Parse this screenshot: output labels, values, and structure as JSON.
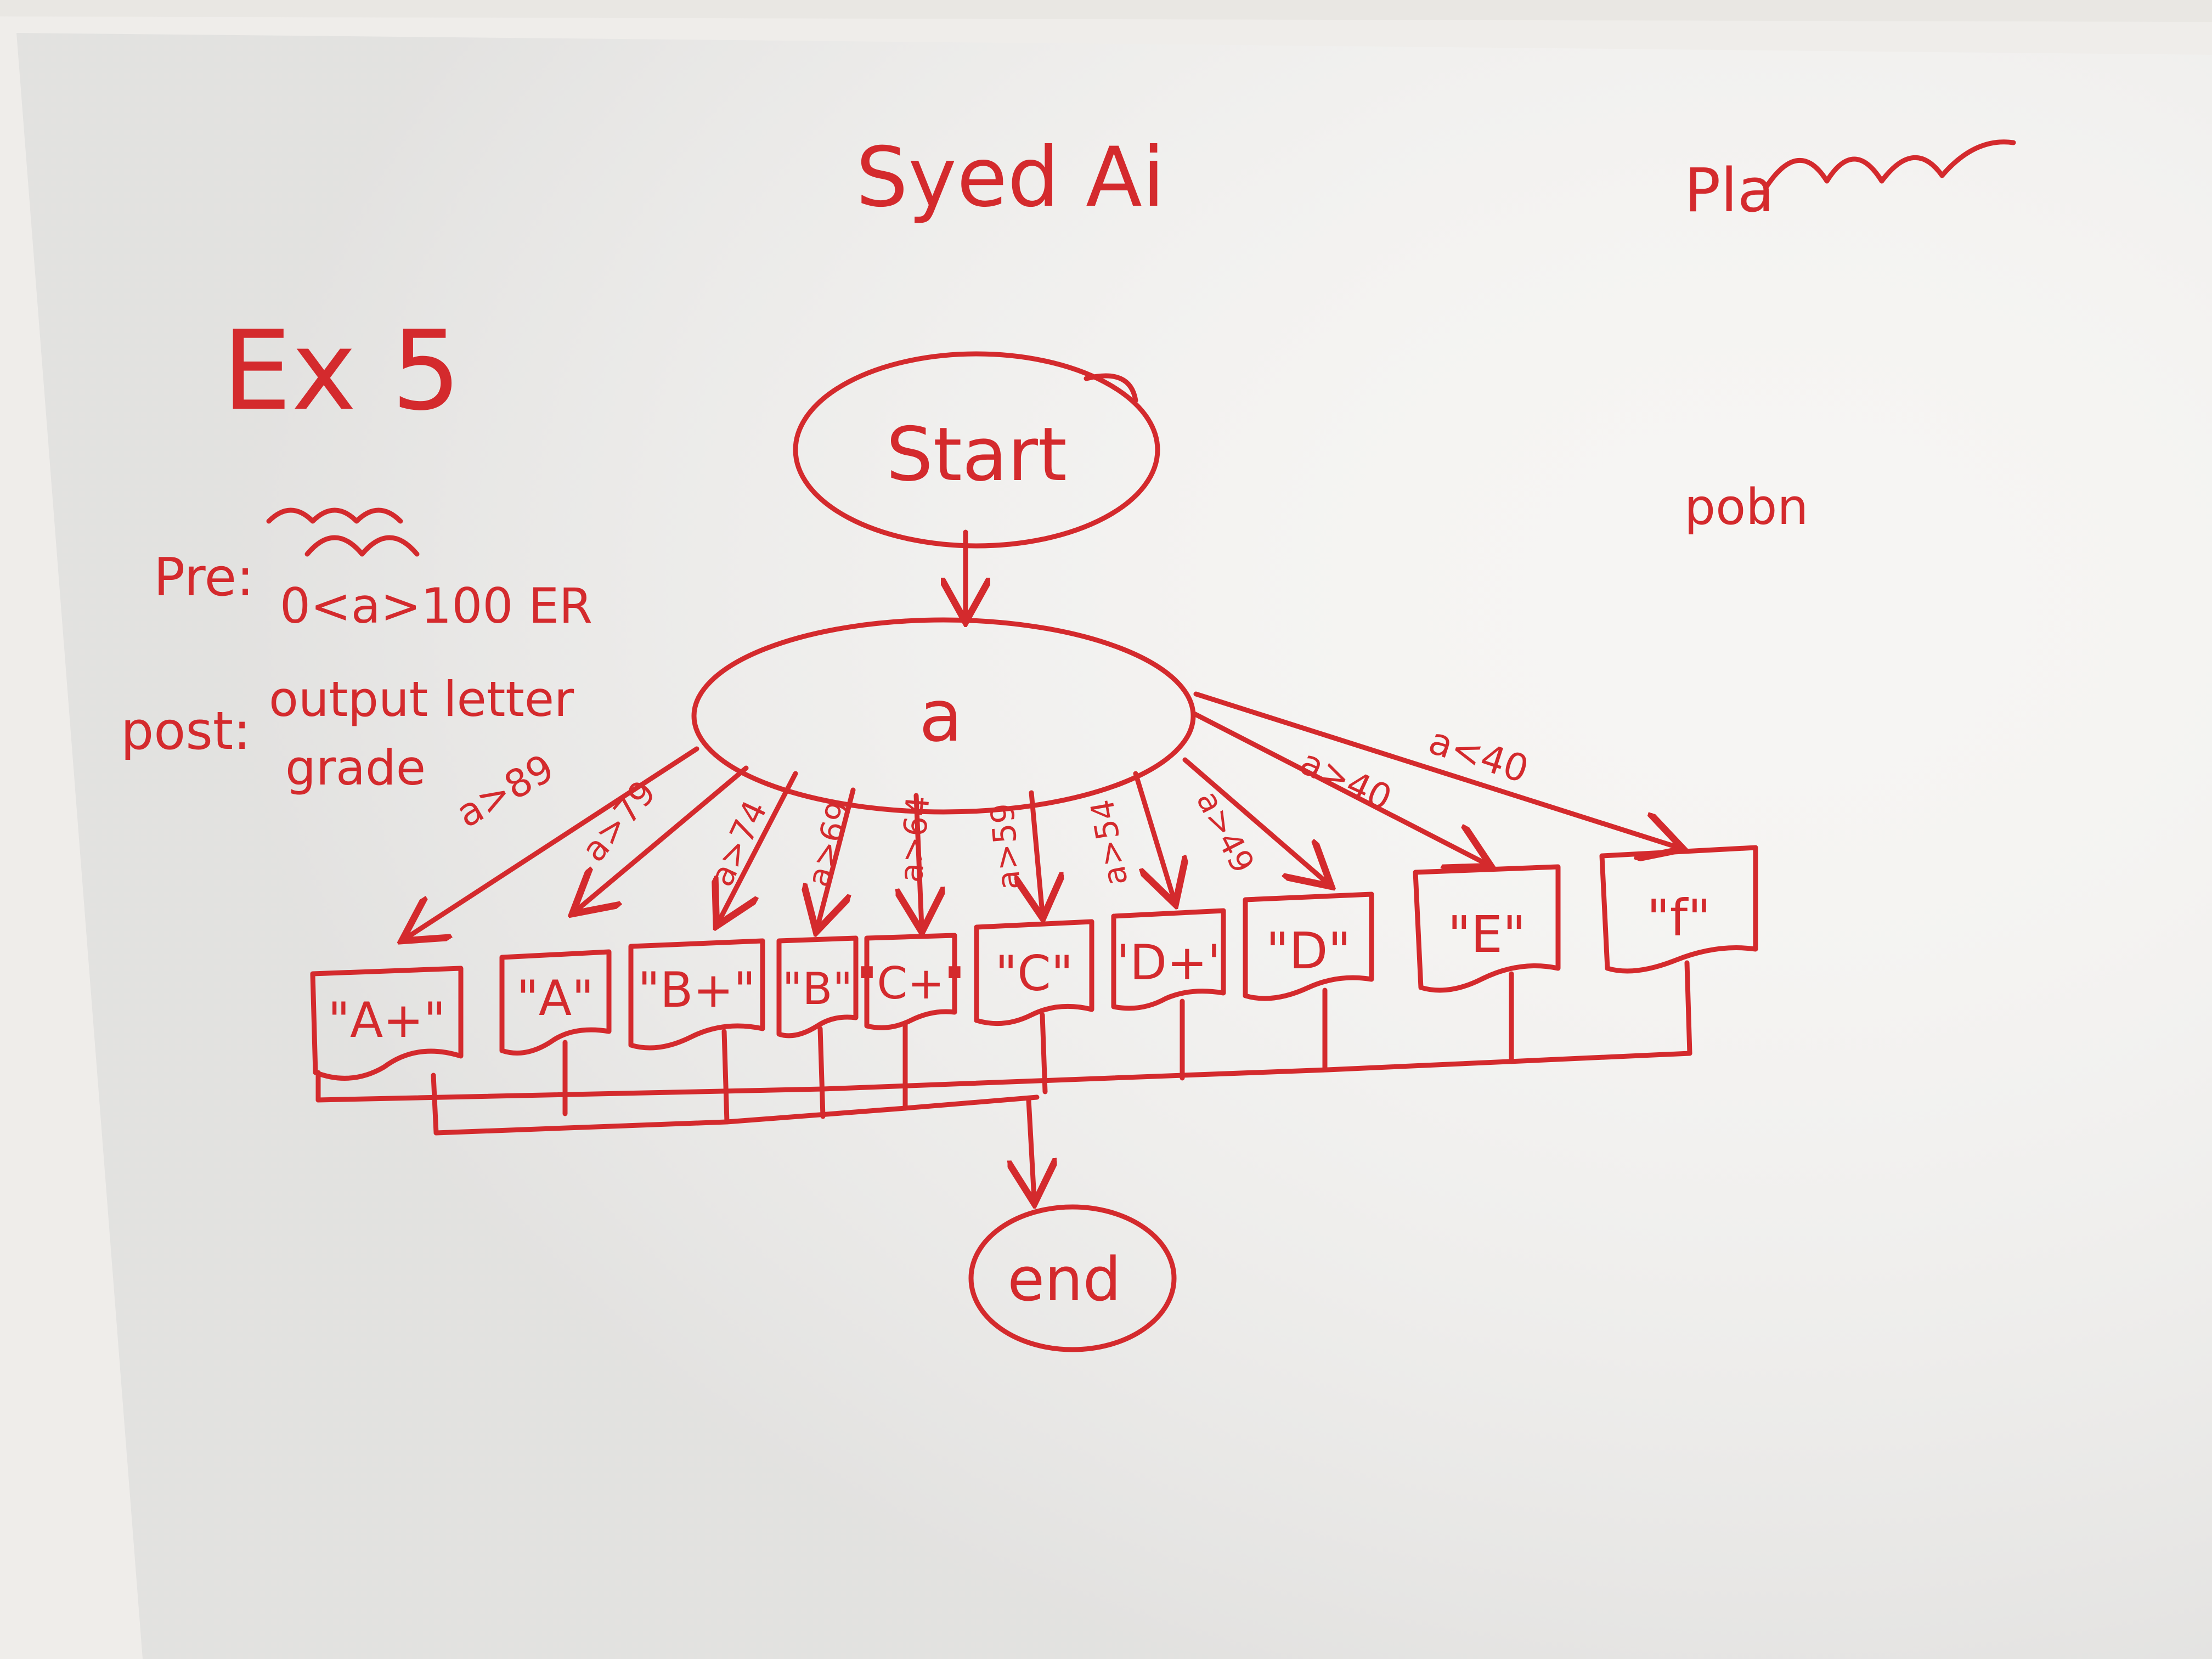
{
  "colors": {
    "ink": "#d42a2d",
    "paper": "#f6f5f3",
    "background": "#8f8b84"
  },
  "header": {
    "author": "Syed Ai",
    "corner_note": "Pla ",
    "side_note": "pobn"
  },
  "exercise": {
    "title": "Ex 5",
    "pre_label": "Pre:",
    "pre_text": "0<a>100 ER",
    "post_label": "post:",
    "post_line1": "output letter",
    "post_line2": "grade"
  },
  "flow": {
    "start": "Start",
    "decision": "a",
    "end": "end",
    "branches": [
      {
        "condition": "a>89",
        "output": "\"A+\""
      },
      {
        "condition": "a>79",
        "output": "\"A\""
      },
      {
        "condition": "a>74",
        "output": "\"B+\""
      },
      {
        "condition": "a>69",
        "output": "\"B\""
      },
      {
        "condition": "a>64",
        "output": "\"C+\""
      },
      {
        "condition": "a>59",
        "output": "\"C\""
      },
      {
        "condition": "a>54",
        "output": "\"D+\""
      },
      {
        "condition": "a>49",
        "output": "\"D\""
      },
      {
        "condition": "a>40",
        "output": "\"E\""
      },
      {
        "condition": "a<40",
        "output": "\"f\""
      }
    ]
  }
}
